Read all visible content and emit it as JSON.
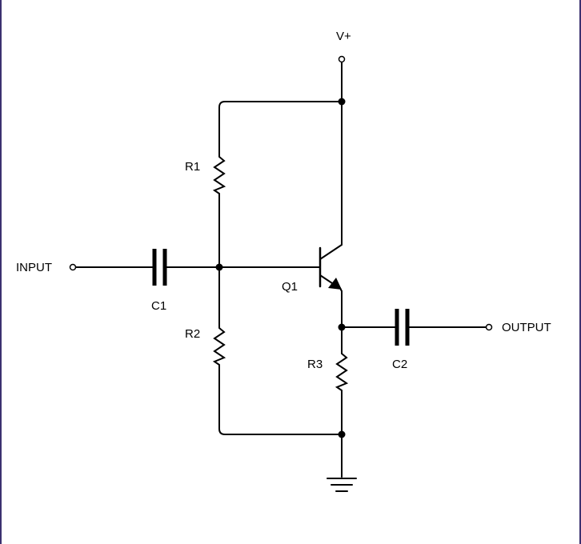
{
  "labels": {
    "vplus": "V+",
    "r1": "R1",
    "r2": "R2",
    "r3": "R3",
    "c1": "C1",
    "c2": "C2",
    "q1": "Q1",
    "input": "INPUT",
    "output": "OUTPUT"
  },
  "colors": {
    "frame_border": "#3b3170",
    "wire": "#000000",
    "background": "#ffffff"
  }
}
